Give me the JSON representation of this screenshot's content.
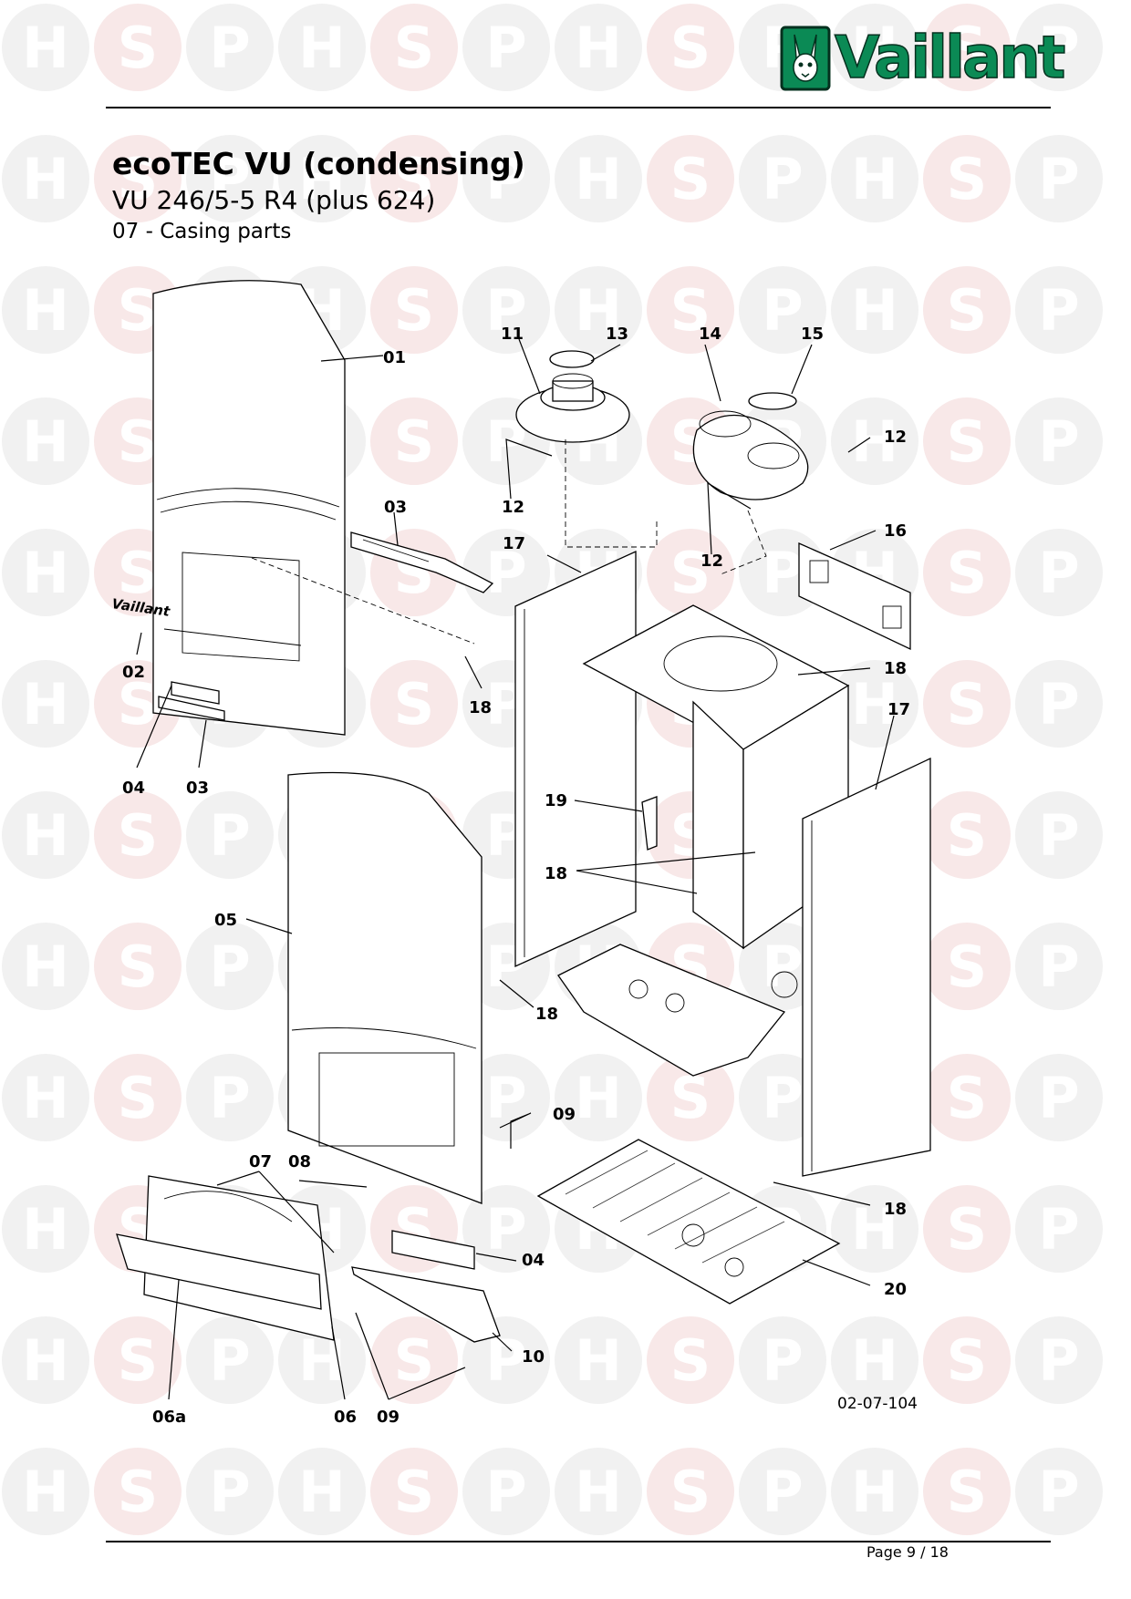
{
  "brand": {
    "name": "Vaillant",
    "color": "#0b8a55",
    "icon": "hare-icon"
  },
  "watermark": {
    "letters": [
      "H",
      "S",
      "P"
    ],
    "circle_color": "#f1f1f1",
    "accent_color": "#f8e8e8"
  },
  "header": {
    "title": "ecoTEC VU (condensing)",
    "model": "VU 246/5-5 R4 (plus 624)",
    "section": "07 - Casing parts"
  },
  "callouts": [
    "01",
    "02",
    "03",
    "03",
    "04",
    "04",
    "05",
    "06",
    "06a",
    "07",
    "08",
    "09",
    "09",
    "10",
    "11",
    "12",
    "12",
    "12",
    "13",
    "14",
    "15",
    "16",
    "17",
    "17",
    "18",
    "18",
    "18",
    "18",
    "18",
    "19",
    "20"
  ],
  "drawing_ref": "02-07-104",
  "footer": {
    "page": "Page 9 / 18"
  }
}
